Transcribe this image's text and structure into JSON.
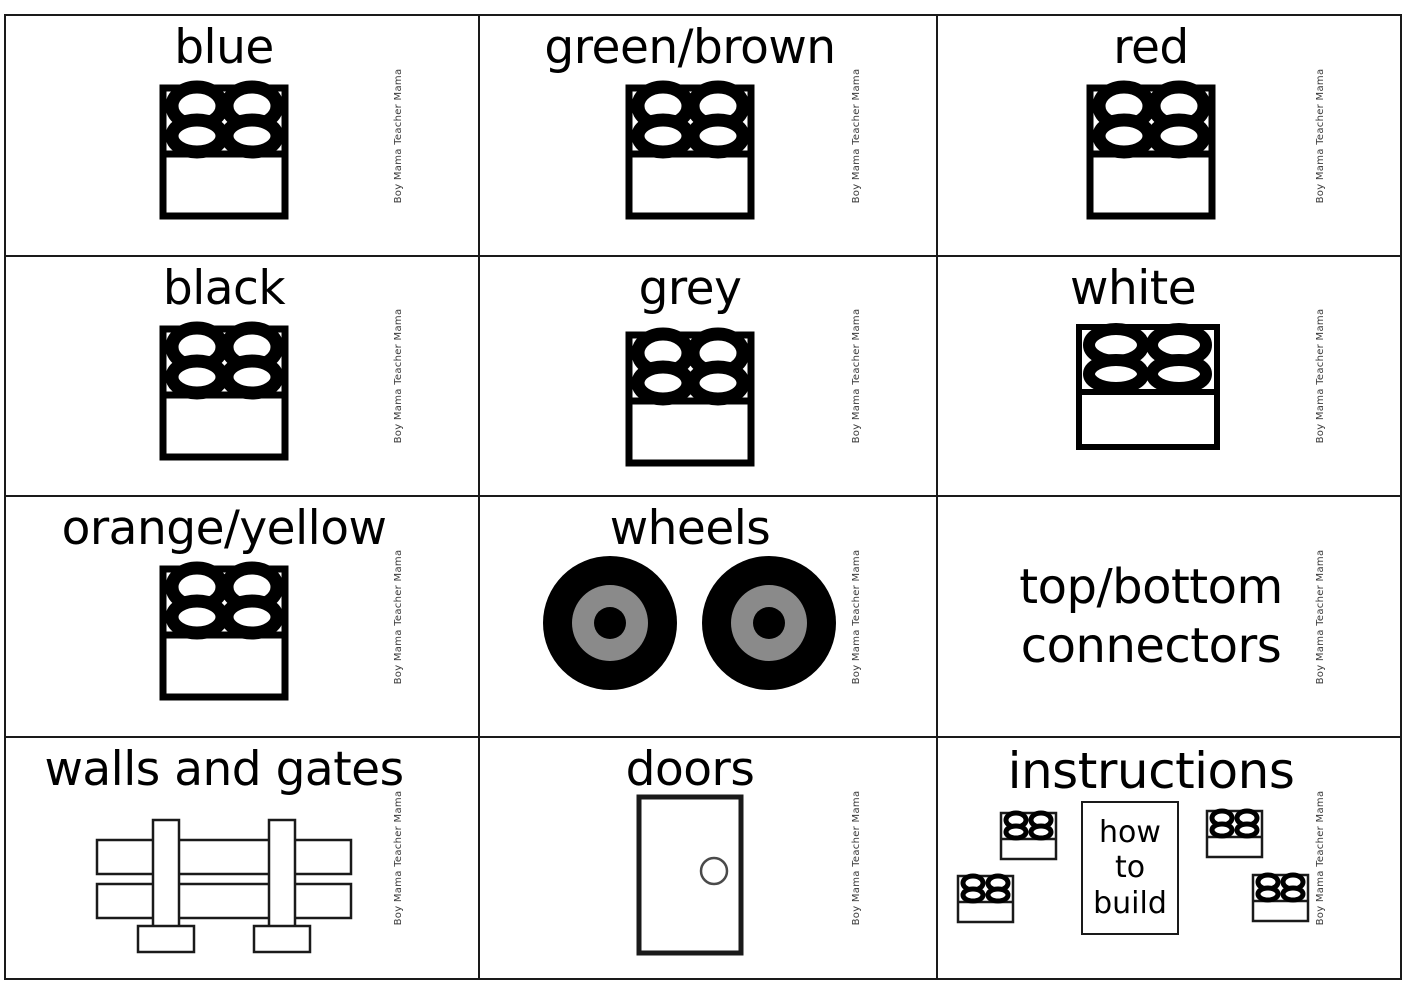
{
  "page": {
    "watermark": "Boy Mama Teacher Mama",
    "columns": 3,
    "rows": 4,
    "ink_color": "#000000",
    "paper_color": "#ffffff",
    "wheel_tire_color": "#000000",
    "wheel_hub_color": "#888888",
    "wheel_center_color": "#000000"
  },
  "cards": [
    {
      "label": "blue",
      "art": "lego-brick-2x2",
      "title_size": "normal"
    },
    {
      "label": "green/brown",
      "art": "lego-brick-2x2",
      "title_size": "normal"
    },
    {
      "label": "red",
      "art": "lego-brick-2x2",
      "title_size": "normal"
    },
    {
      "label": "black",
      "art": "lego-brick-2x2",
      "title_size": "normal"
    },
    {
      "label": "grey",
      "art": "lego-brick-2x2",
      "title_size": "normal"
    },
    {
      "label": "white",
      "art": "lego-brick-2x2",
      "title_size": "normal"
    },
    {
      "label": "orange/yellow",
      "art": "lego-brick-2x2",
      "title_size": "normal"
    },
    {
      "label": "wheels",
      "art": "wheels-pair",
      "title_size": "normal"
    },
    {
      "label": "top/bottom connectors",
      "art": "none",
      "title_size": "two-line"
    },
    {
      "label": "walls and gates",
      "art": "fence",
      "title_size": "normal"
    },
    {
      "label": "doors",
      "art": "door",
      "title_size": "normal"
    },
    {
      "label": "instructions",
      "art": "instructions",
      "title_size": "normal"
    }
  ],
  "instructions_card": {
    "page_lines": [
      "how",
      "to",
      "build"
    ],
    "brick_count": 4
  }
}
